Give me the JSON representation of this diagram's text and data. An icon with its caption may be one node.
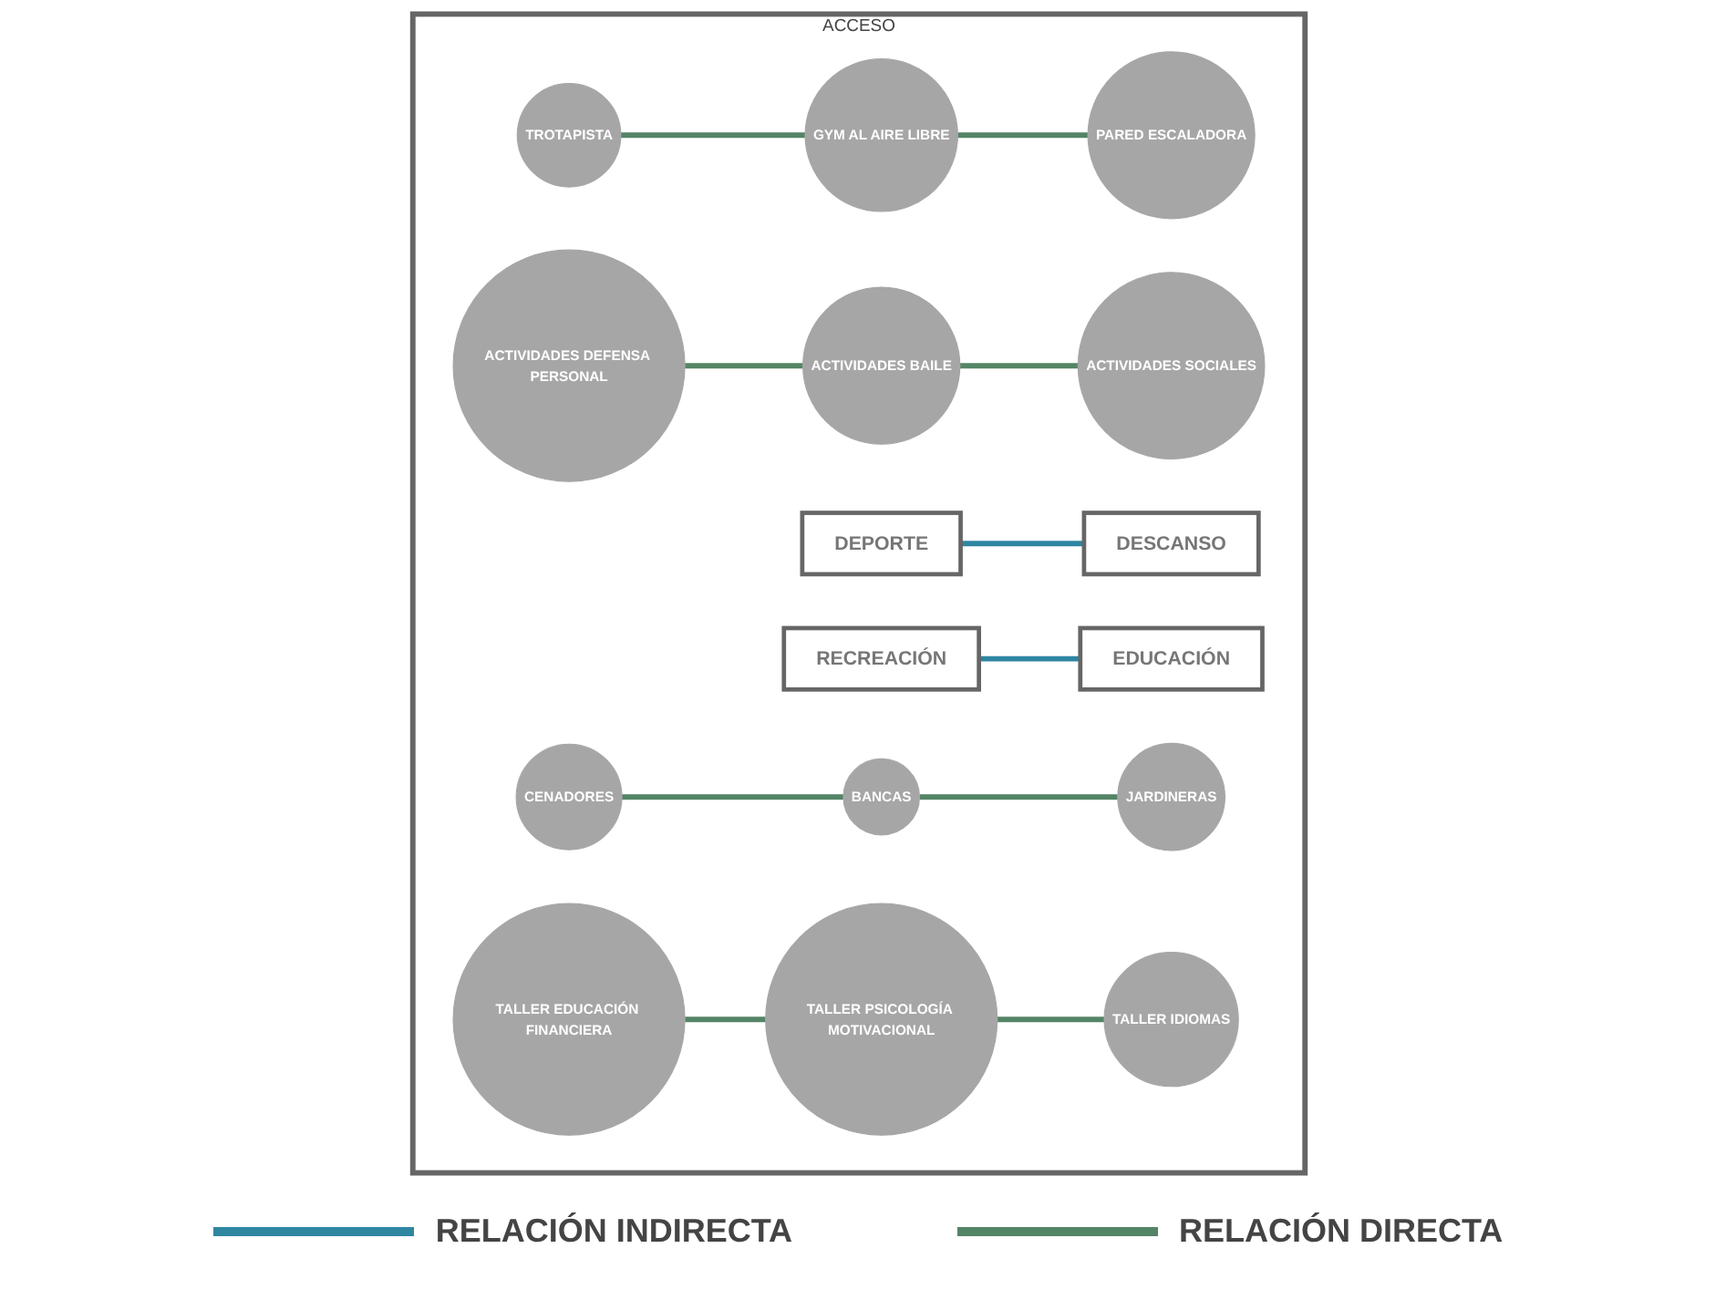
{
  "diagram": {
    "nodes": [
      {
        "text": [
          "ACCESO"
        ]
      },
      {
        "text": [
          "TROTAPISTA"
        ],
        "in": 0
      },
      {
        "text": [
          "GYM AL AIRE LIBRE"
        ],
        "in": 0
      },
      {
        "text": [
          "PARED ESCALADORA"
        ],
        "in": 0
      },
      {
        "text": [
          "ACTIVIDADES DEFENSA PERSONAL"
        ],
        "in": 0
      },
      {
        "text": [
          "ACTIVIDADES BAILE"
        ],
        "in": 0
      },
      {
        "text": [
          "ACTIVIDADES SOCIALES"
        ],
        "in": 0
      },
      {
        "text": [
          "DEPORTE"
        ],
        "in": 0
      },
      {
        "text": [
          "RECREACIÓN"
        ],
        "in": 0
      },
      {
        "text": [
          "DESCANSO"
        ],
        "in": 0
      },
      {
        "text": [
          "EDUCACIÓN"
        ],
        "in": 0
      },
      {
        "text": [
          "CENADORES"
        ],
        "in": 0
      },
      {
        "text": [
          "BANCAS"
        ],
        "in": 0
      },
      {
        "text": [
          "JARDINERAS"
        ],
        "in": 0
      },
      {
        "text": [
          "TALLER EDUCACIÓN FINANCIERA"
        ],
        "in": 0
      },
      {
        "text": [
          "TALLER PSICOLOGÍA MOTIVACIONAL"
        ],
        "in": 0
      },
      {
        "text": [
          "TALLER IDIOMAS"
        ],
        "in": 0
      }
    ],
    "edges": [
      {
        "from": 1,
        "to": 2,
        "arrow": "none"
      },
      {
        "from": 2,
        "to": 3,
        "arrow": "none"
      },
      {
        "from": 4,
        "to": 5,
        "arrow": "none"
      },
      {
        "from": 5,
        "to": 6,
        "arrow": "none"
      },
      {
        "from": 7,
        "to": 9,
        "arrow": "none",
        "color": "#2e86a1"
      },
      {
        "from": 8,
        "to": 10,
        "arrow": "none",
        "color": "#2e86a1"
      },
      {
        "from": 11,
        "to": 12,
        "arrow": "none"
      },
      {
        "from": 12,
        "to": 13,
        "arrow": "none"
      },
      {
        "from": 14,
        "to": 15,
        "arrow": "none"
      },
      {
        "from": 15,
        "to": 16,
        "arrow": "none"
      }
    ],
    "legend": [
      {
        "text": "RELACIÓN INDIRECTA"
      },
      {
        "text": "RELACIÓN DIRECTA"
      }
    ]
  }
}
